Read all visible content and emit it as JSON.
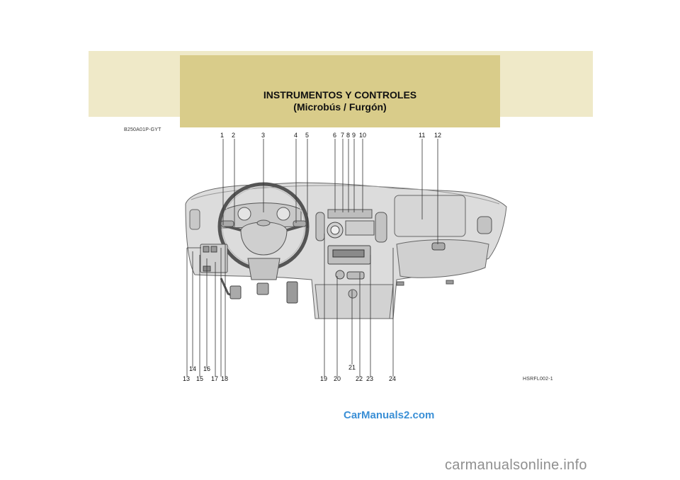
{
  "header": {
    "title": "INSTRUMENTOS Y CONTROLES",
    "subtitle": "(Microbús / Furgón)"
  },
  "codes": {
    "section_code": "B250A01P-GYT",
    "figure_code": "HSRFL002-1"
  },
  "callouts_top": [
    "1",
    "2",
    "3",
    "4",
    "5",
    "6",
    "7",
    "8",
    "9",
    "10",
    "11",
    "12"
  ],
  "callouts_bottom_row1": [
    "14",
    "16",
    "21"
  ],
  "callouts_bottom_row2": [
    "13",
    "15",
    "17",
    "18",
    "19",
    "20",
    "22",
    "23",
    "24"
  ],
  "watermark": "CarManuals2.com",
  "footer_watermark": "carmanualsonline.info"
}
